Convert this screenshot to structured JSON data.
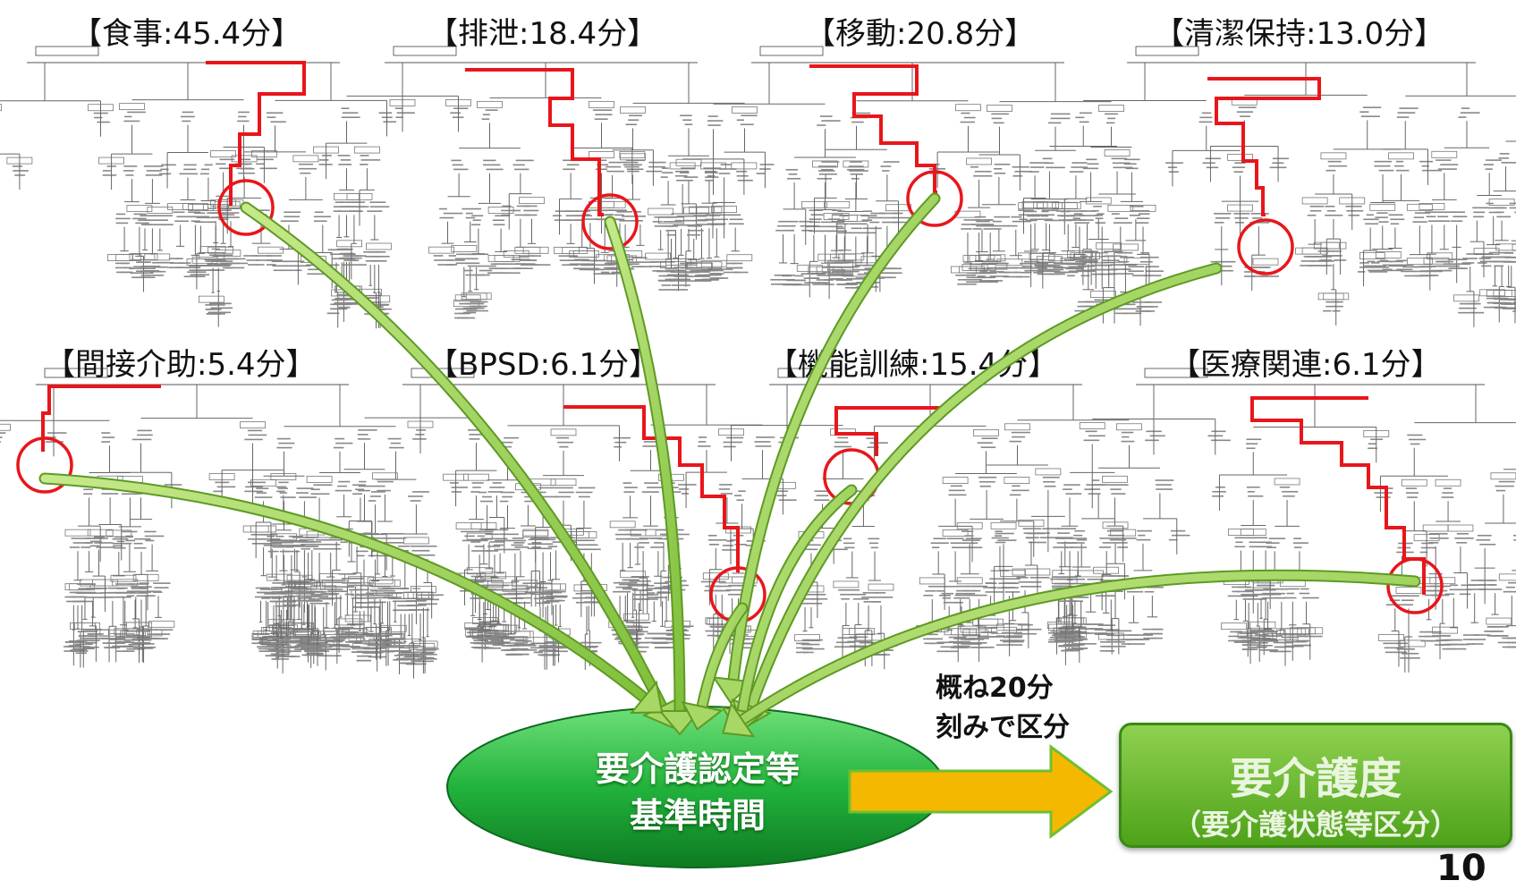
{
  "panels": [
    {
      "id": "meal",
      "title": "【食事:45.4分】"
    },
    {
      "id": "excretion",
      "title": "【排泄:18.4分】"
    },
    {
      "id": "movement",
      "title": "【移動:20.8分】"
    },
    {
      "id": "cleanliness",
      "title": "【清潔保持:13.0分】"
    },
    {
      "id": "indirect",
      "title": "【間接介助:5.4分】"
    },
    {
      "id": "bpsd",
      "title": "【BPSD:6.1分】"
    },
    {
      "id": "training",
      "title": "【機能訓練:15.4分】"
    },
    {
      "id": "medical",
      "title": "【医療関連:6.1分】"
    }
  ],
  "center": {
    "line1": "要介護認定等",
    "line2": "基準時間"
  },
  "note": {
    "line1": "概ね20分",
    "line2": "刻みで区分"
  },
  "result": {
    "main": "要介護度",
    "sub": "（要介護状態等区分）"
  },
  "page_number": "10",
  "colors": {
    "path": "#e8161b",
    "arrow": "#9acd4f",
    "ellipse": "#22a83a",
    "box": "#5cb32a",
    "flow_arrow": "#f5b800"
  }
}
